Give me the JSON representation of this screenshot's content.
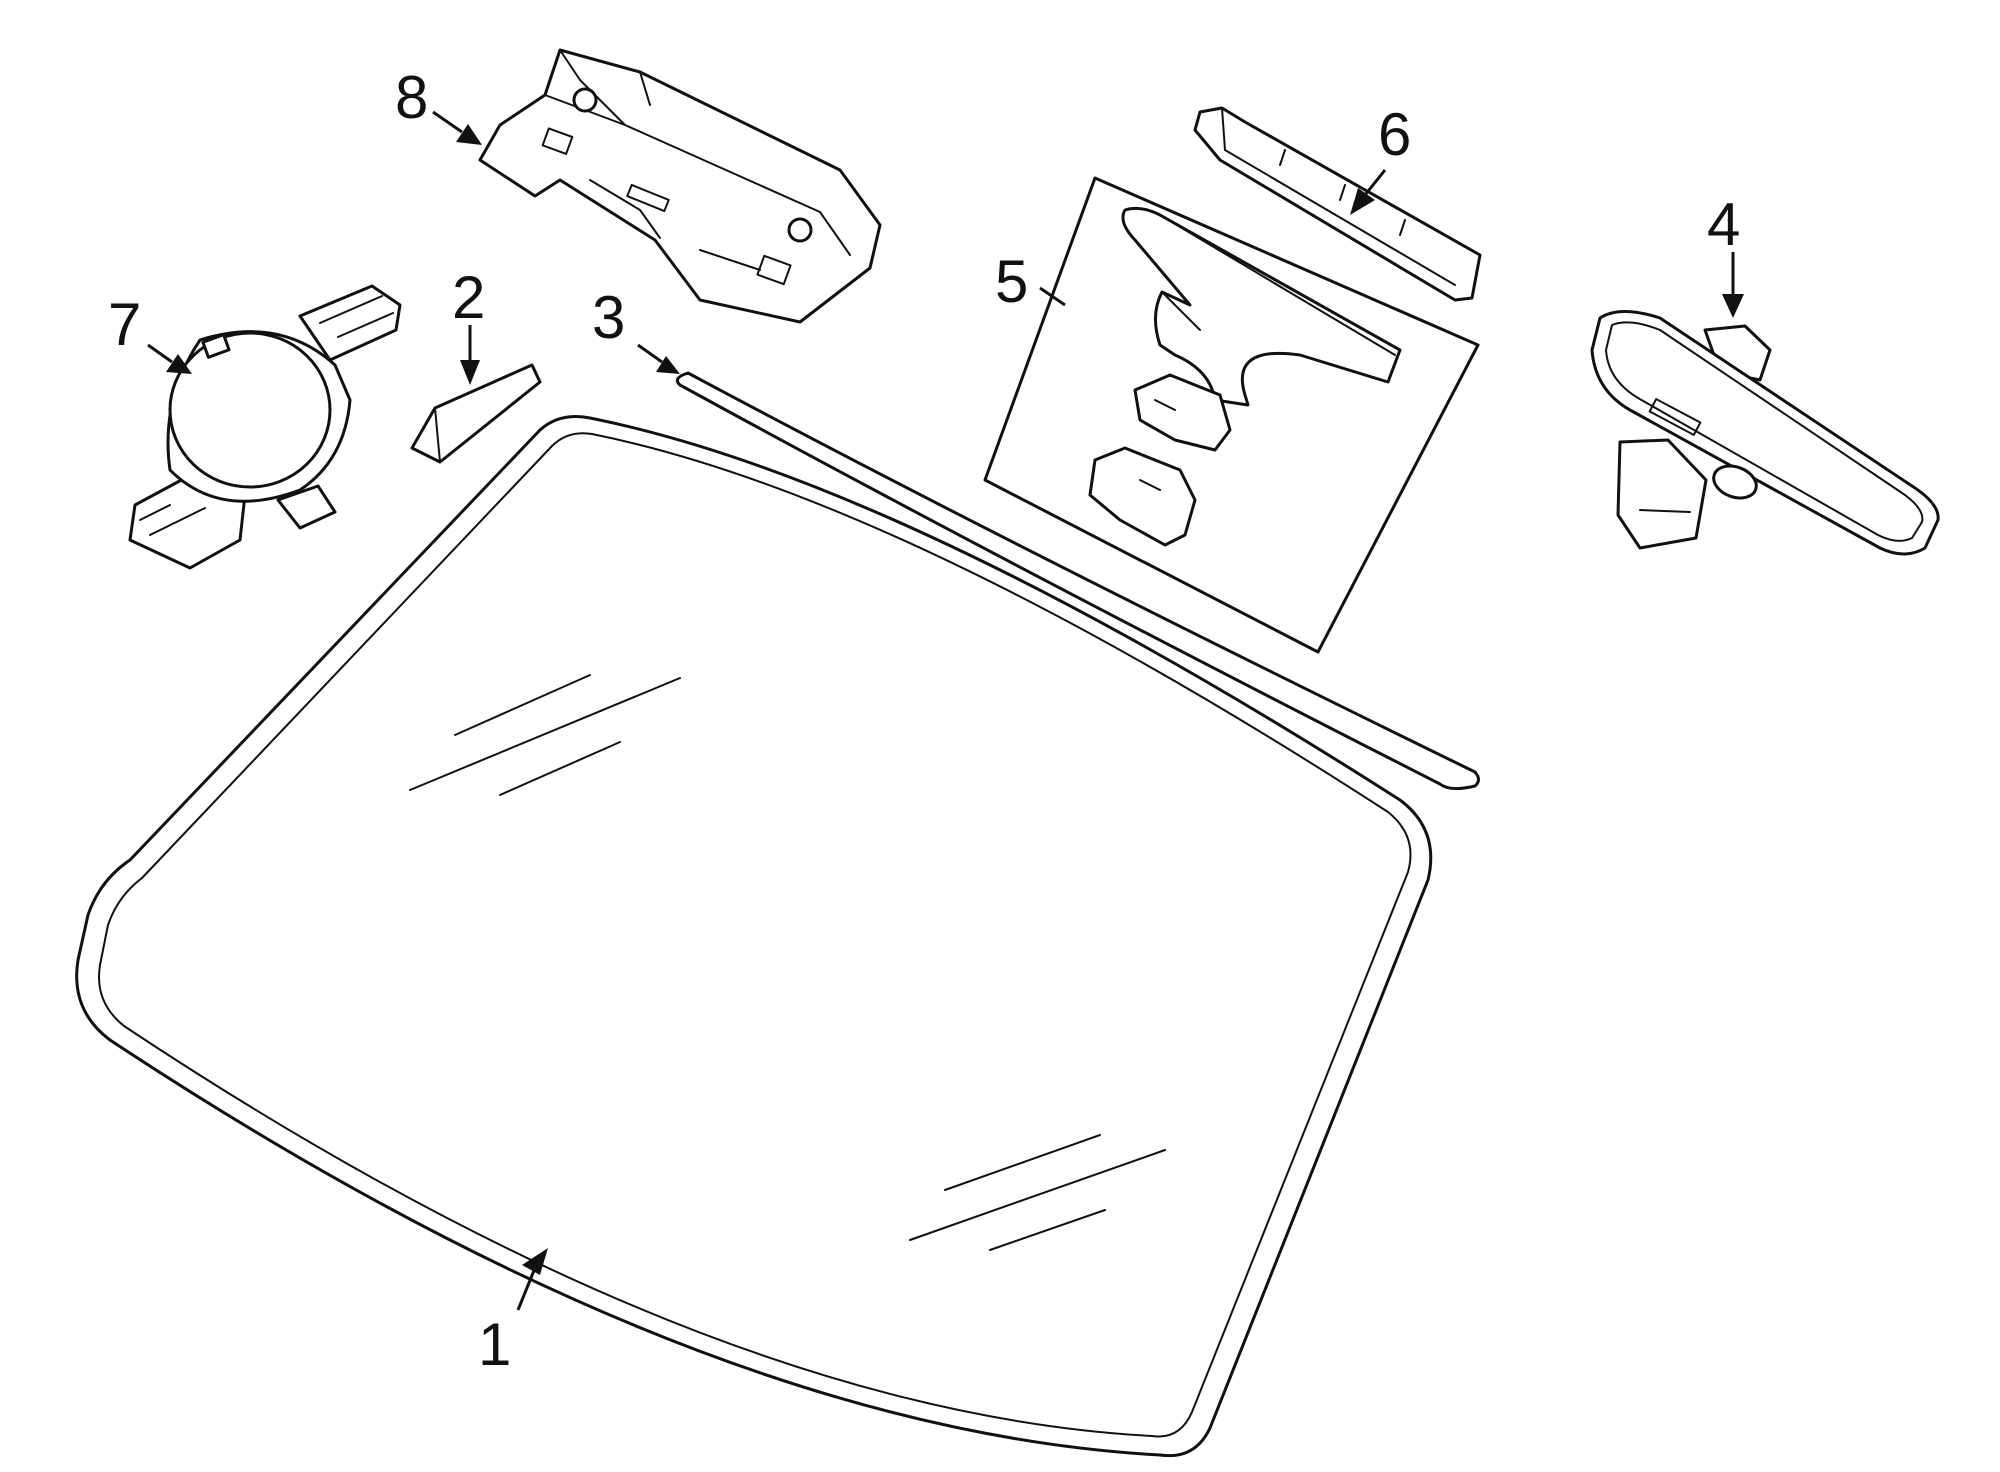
{
  "callouts": {
    "1": "1",
    "2": "2",
    "3": "3",
    "4": "4",
    "5": "5",
    "6": "6",
    "7": "7",
    "8": "8"
  },
  "colors": {
    "line": "#111111",
    "background": "#ffffff"
  }
}
